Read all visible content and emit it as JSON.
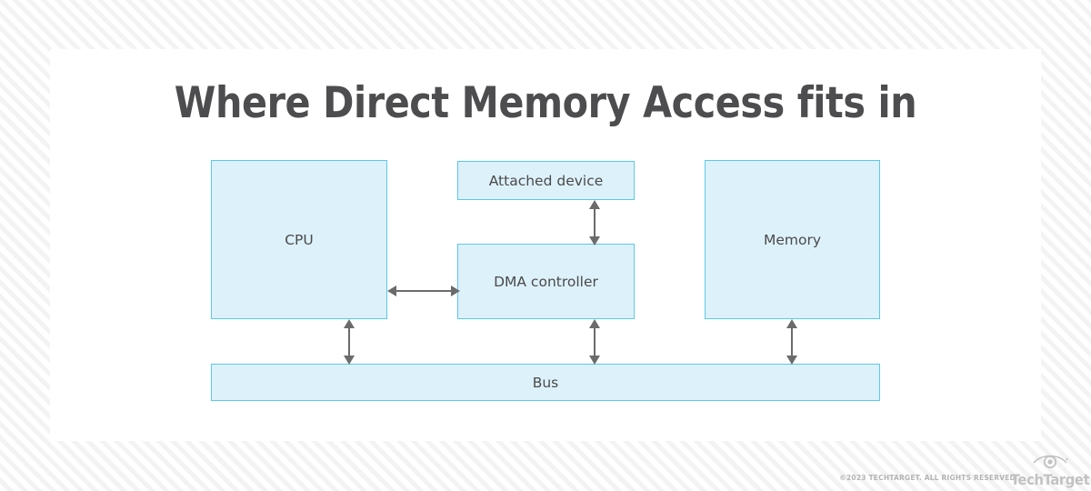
{
  "page": {
    "title": "Where Direct Memory Access fits in",
    "background_style": "diagonal-stripes",
    "card_background": "#ffffff",
    "title_color": "#4d4d4f"
  },
  "diagram": {
    "type": "block-diagram",
    "node_fill": "#ddf1fb",
    "node_border": "#5bc8ec",
    "label_color": "#4a4a4a",
    "arrow_color": "#6b6b6b",
    "nodes": [
      {
        "id": "cpu",
        "label": "CPU"
      },
      {
        "id": "attached",
        "label": "Attached device"
      },
      {
        "id": "dma",
        "label": "DMA controller"
      },
      {
        "id": "memory",
        "label": "Memory"
      },
      {
        "id": "bus",
        "label": "Bus"
      }
    ],
    "connections": [
      {
        "from": "cpu",
        "to": "dma",
        "direction": "bidirectional",
        "orientation": "horizontal"
      },
      {
        "from": "attached",
        "to": "dma",
        "direction": "bidirectional",
        "orientation": "vertical"
      },
      {
        "from": "cpu",
        "to": "bus",
        "direction": "bidirectional",
        "orientation": "vertical"
      },
      {
        "from": "dma",
        "to": "bus",
        "direction": "bidirectional",
        "orientation": "vertical"
      },
      {
        "from": "memory",
        "to": "bus",
        "direction": "bidirectional",
        "orientation": "vertical"
      }
    ]
  },
  "footer": {
    "copyright": "©2023 TECHTARGET. ALL RIGHTS RESERVED",
    "brand": "TechTarget",
    "logo_icon": "eye-icon",
    "color": "#b4b4b4"
  }
}
